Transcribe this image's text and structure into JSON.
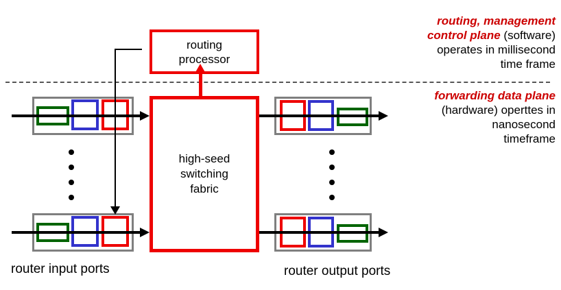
{
  "colors": {
    "box_red": "#ee0000",
    "chip_green": "#006400",
    "chip_blue": "#3333cc",
    "port_gray": "#7f7f7f",
    "divider_gray": "#555555",
    "note_red": "#cc0000"
  },
  "boxes": {
    "routing_processor": {
      "lines": [
        "routing",
        "processor"
      ]
    },
    "switching_fabric": {
      "lines": [
        "high-seed",
        "switching",
        "fabric"
      ]
    }
  },
  "port_labels": {
    "input": "router input ports",
    "output": "router output ports"
  },
  "notes": {
    "control_plane": {
      "line1_red": "routing, management",
      "line2_red": "control plane",
      "line2_black": " (software)",
      "line3": "operates in millisecond",
      "line4": "time frame"
    },
    "data_plane": {
      "line1_red": "forwarding data plane",
      "line2": "(hardware) operttes in",
      "line3": "nanosecond",
      "line4": "timeframe"
    }
  }
}
